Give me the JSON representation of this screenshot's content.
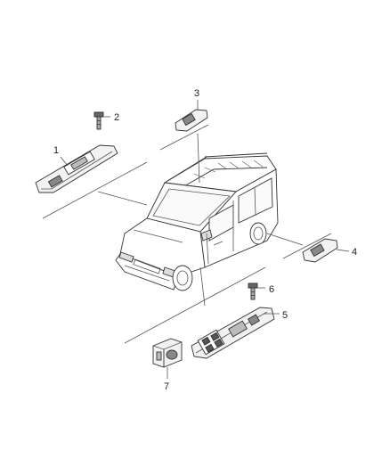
{
  "diagram": {
    "callouts": [
      {
        "id": "1",
        "label": "1"
      },
      {
        "id": "2",
        "label": "2"
      },
      {
        "id": "3",
        "label": "3"
      },
      {
        "id": "4",
        "label": "4"
      },
      {
        "id": "5",
        "label": "5"
      },
      {
        "id": "6",
        "label": "6"
      },
      {
        "id": "7",
        "label": "7"
      }
    ],
    "parts": [
      {
        "callout": "1",
        "part": "window-switch-panel"
      },
      {
        "callout": "2",
        "part": "screw"
      },
      {
        "callout": "3",
        "part": "single-window-switch"
      },
      {
        "callout": "4",
        "part": "single-window-switch"
      },
      {
        "callout": "5",
        "part": "master-window-switch-panel"
      },
      {
        "callout": "6",
        "part": "screw"
      },
      {
        "callout": "7",
        "part": "mirror-control-switch"
      }
    ]
  }
}
